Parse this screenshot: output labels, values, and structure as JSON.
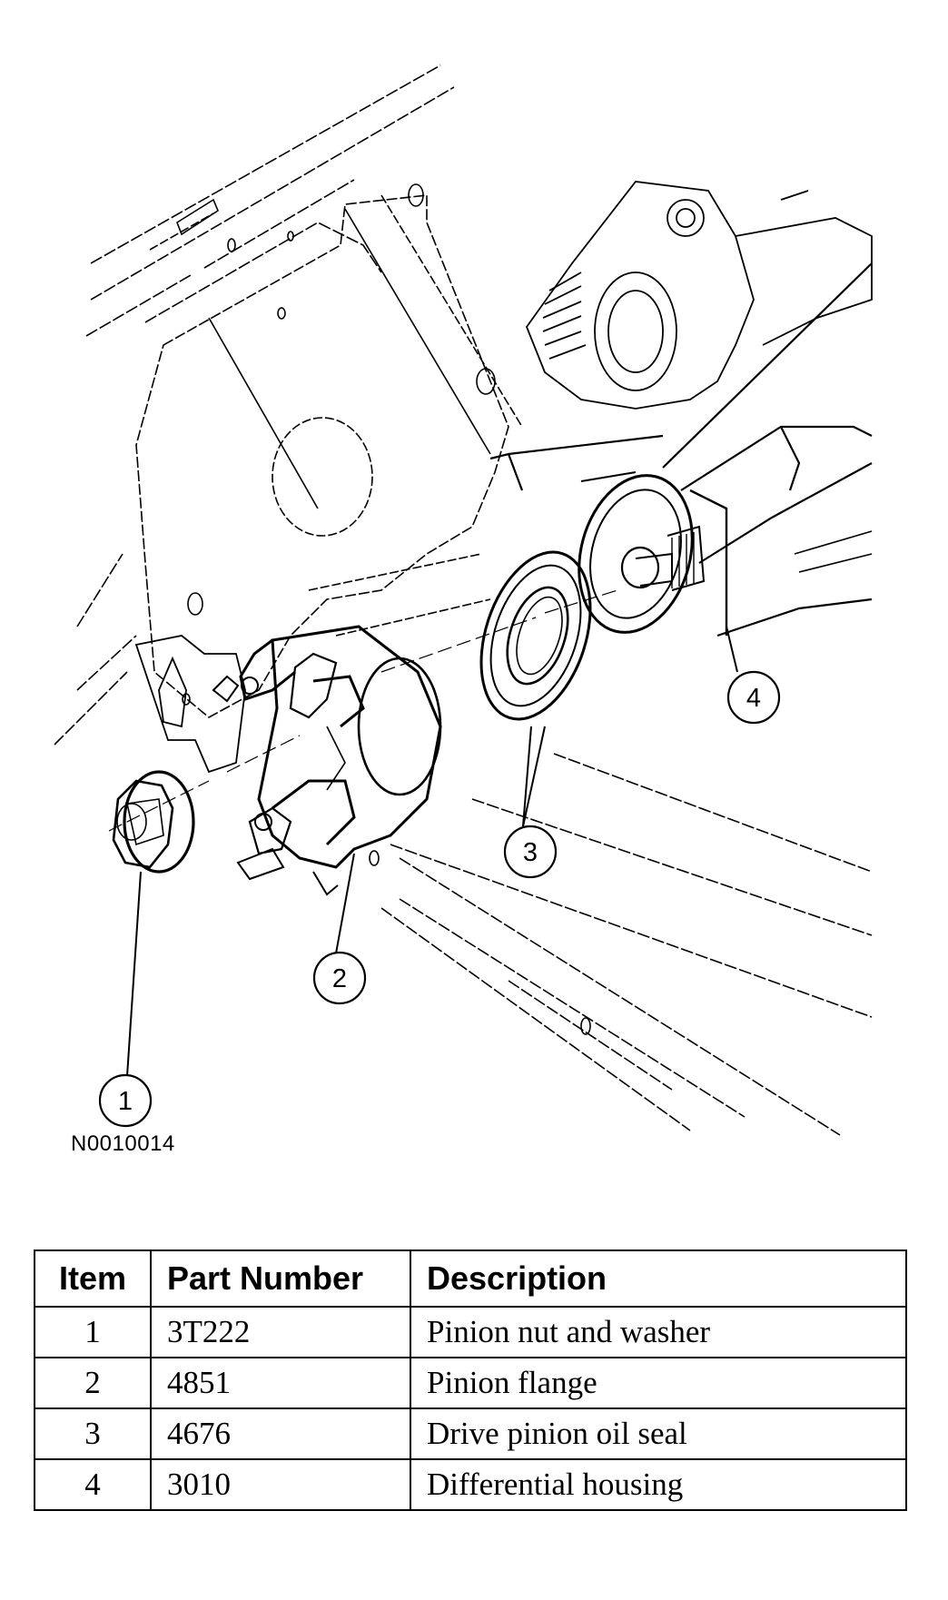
{
  "figure": {
    "id": "N0010014",
    "callouts": [
      {
        "item": "1",
        "label": "1"
      },
      {
        "item": "2",
        "label": "2"
      },
      {
        "item": "3",
        "label": "3"
      },
      {
        "item": "4",
        "label": "4"
      }
    ]
  },
  "table": {
    "headers": {
      "item": "Item",
      "part_number": "Part Number",
      "description": "Description"
    },
    "rows": [
      {
        "item": "1",
        "part_number": "3T222",
        "description": "Pinion nut and washer"
      },
      {
        "item": "2",
        "part_number": "4851",
        "description": "Pinion flange"
      },
      {
        "item": "3",
        "part_number": "4676",
        "description": "Drive pinion oil seal"
      },
      {
        "item": "4",
        "part_number": "3010",
        "description": "Differential housing"
      }
    ]
  }
}
